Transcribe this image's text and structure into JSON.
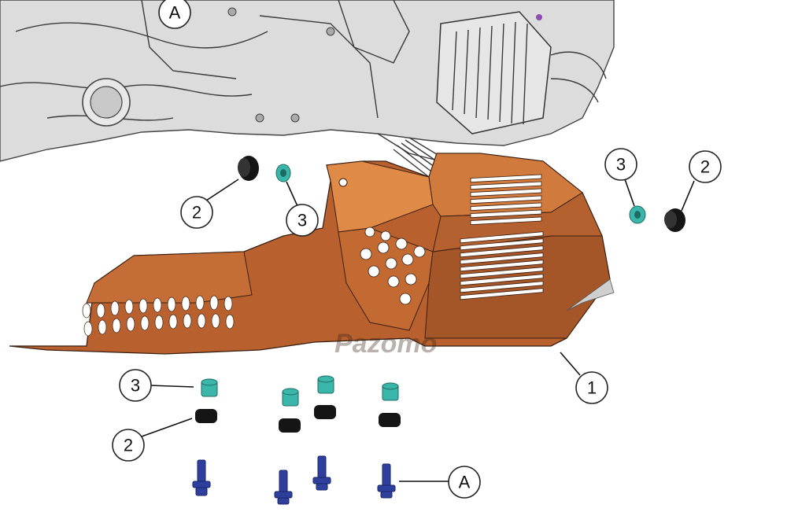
{
  "callouts": {
    "engine_ref_top": "A",
    "cushion_left": "2",
    "collar_left": "3",
    "collar_right": "3",
    "cushion_right": "2",
    "skid_plate": "1",
    "collar_bottom": "3",
    "cushion_bottom": "2",
    "bolt_ref": "A"
  },
  "watermark": "Pazomo",
  "colors": {
    "skid_plate": "#b8612e",
    "skid_plate_dark": "#8f4a22",
    "skid_plate_light": "#e08a48",
    "collar": "#3ab7aa",
    "cushion": "#151515",
    "bolt": "#2e3f9e",
    "engine": "#d8d8d8"
  }
}
